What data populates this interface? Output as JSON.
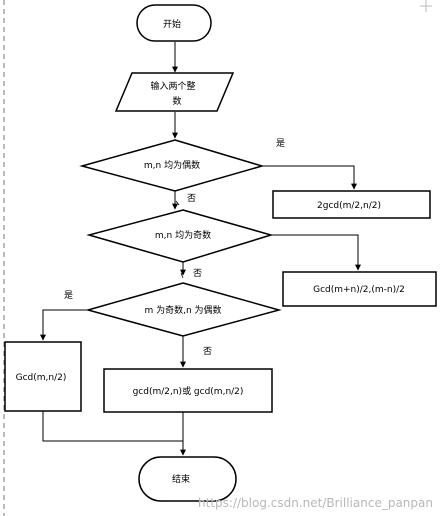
{
  "flowchart": {
    "start": "开始",
    "input": "输入两个整数",
    "input_line1": "输入两个整",
    "input_line2": "数",
    "decision_both_even": "m,n 均为偶数",
    "result_both_even": "2gcd(m/2,n/2)",
    "decision_both_odd": "m,n 均为奇数",
    "result_both_odd": "Gcd(m+n)/2,(m-n)/2",
    "decision_mixed": "m 为奇数,n 为偶数",
    "result_mixed_yes": "Gcd(m,n/2)",
    "result_mixed_no": "gcd(m/2,n)或 gcd(m,n/2)",
    "end": "结束",
    "yes_label": "是",
    "no_label": "否"
  },
  "watermark": "https://blog.csdn.net/Brilliance_panpan"
}
